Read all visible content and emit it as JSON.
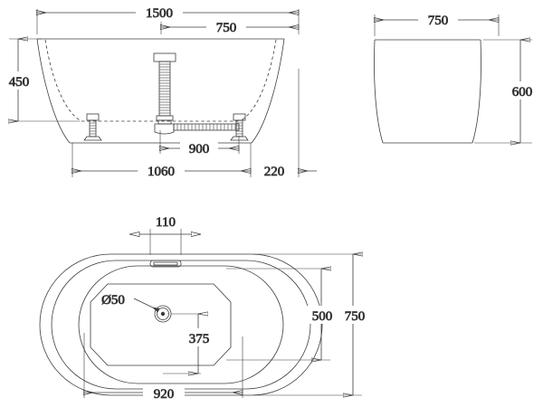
{
  "drawing": {
    "type": "technical-drawing",
    "subject": "freestanding-bathtub",
    "units": "mm",
    "line_color": "#3c3c3c",
    "text_color": "#1a1a1a",
    "background": "#ffffff"
  },
  "views": {
    "front_elevation": {
      "name": "front-elevation-view",
      "dimensions": {
        "overall_length": "1500",
        "half_length": "750",
        "height": "450",
        "foot_span": "1060",
        "drain_to_foot": "900",
        "overhang": "220"
      }
    },
    "side_elevation": {
      "name": "side-elevation-view",
      "dimensions": {
        "width": "750",
        "height": "600"
      }
    },
    "plan": {
      "name": "plan-top-view",
      "dimensions": {
        "overflow_width": "110",
        "inner_width": "500",
        "overall_width": "750",
        "drain_offset": "375",
        "inner_length": "920"
      },
      "annotations": {
        "drain_diameter": "Ø50"
      }
    }
  },
  "labels": {
    "d1500": "1500",
    "d750_top": "750",
    "d450": "450",
    "d900": "900",
    "d1060": "1060",
    "d220": "220",
    "d750_side": "750",
    "d600": "600",
    "d110": "110",
    "d500": "500",
    "d750_plan": "750",
    "d375": "375",
    "d920": "920",
    "drain_dia": "Ø50"
  }
}
